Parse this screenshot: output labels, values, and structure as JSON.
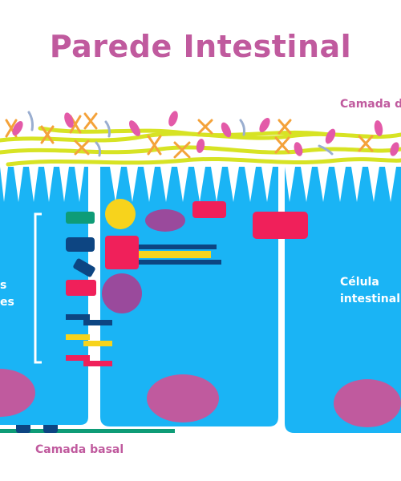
{
  "title": "Parede Intestinal",
  "labels": {
    "top_layer": "Camada d",
    "basal_layer": "Camada basal",
    "cell_line1": "Célula",
    "cell_line2": "intestinal",
    "left_line1": "s",
    "left_line2": "es"
  },
  "colors": {
    "title": "#c05a9e",
    "cell": "#1ab4f5",
    "nucleus": "#c05a9e",
    "mucus": "#d7e324",
    "green": "#0e9c77",
    "navy": "#0d4582",
    "red": "#f0205a",
    "yellow": "#f7d31c",
    "purple": "#9a4a9c",
    "orange": "#f4a23a",
    "pink": "#e35aa8",
    "gray": "#9aaed0"
  }
}
